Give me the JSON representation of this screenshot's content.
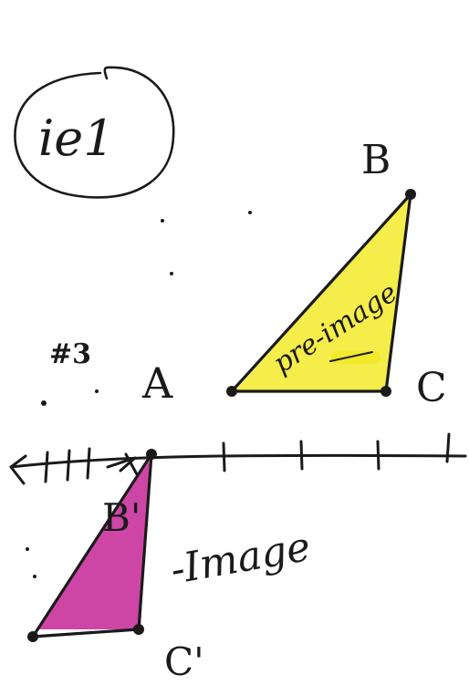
{
  "tag": "ie1",
  "stray_mark": "#3",
  "preimage": {
    "label": "pre-image",
    "color": "#f2ea2a",
    "vertices": {
      "a": "A",
      "b": "B",
      "c": "C"
    }
  },
  "image": {
    "label": "-Image",
    "color": "#c8329c",
    "vertices": {
      "b": "B'",
      "c": "C'"
    }
  }
}
